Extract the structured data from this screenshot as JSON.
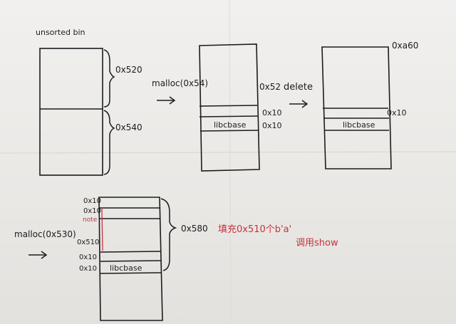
{
  "diagram": {
    "title": "unsorted bin",
    "step1": {
      "sizes": [
        "0x520",
        "0x540"
      ]
    },
    "step2": {
      "call": "malloc(0x54)",
      "right_top": "0x52",
      "small_labels": [
        "0x10",
        "0x10"
      ],
      "libc_label": "libcbase"
    },
    "step_delete": {
      "label": "delete"
    },
    "step3": {
      "top_label": "0xa60",
      "side_label": "0x10",
      "libc_label": "libcbase"
    },
    "step4": {
      "call": "malloc(0x530)",
      "left_labels": [
        "0x10",
        "0x10",
        "0x510",
        "0x10",
        "0x10"
      ],
      "note_red": "note",
      "libc_label": "libcbase",
      "brace_label": "0x580",
      "annotation_fill": "填充0x510个b'a'",
      "annotation_call": "调用show"
    },
    "colors": {
      "ink": "#1c1c1c",
      "red_ink": "#c8323c",
      "paper": "#efeeeb"
    }
  }
}
